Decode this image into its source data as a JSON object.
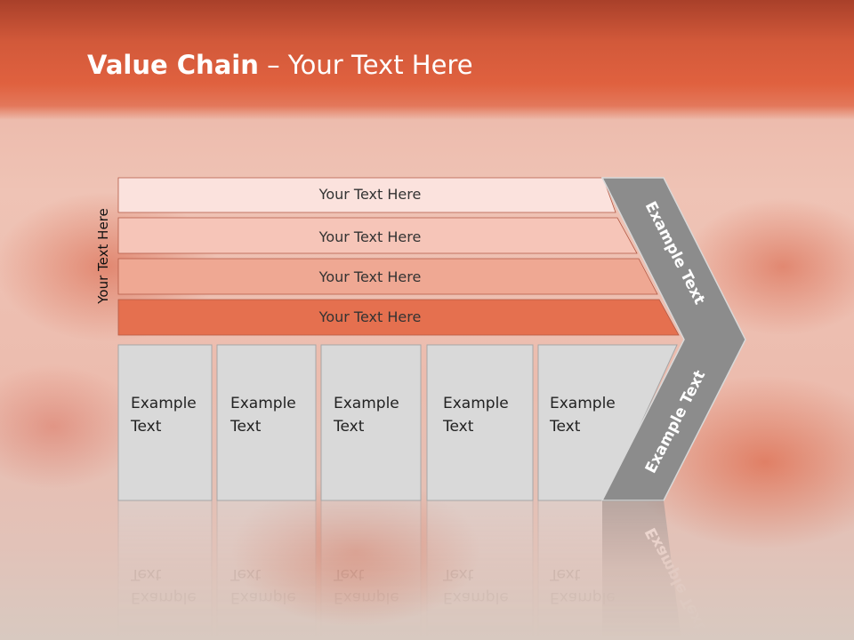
{
  "slide": {
    "title_bold": "Value Chain",
    "title_rest": " – Your Text Here",
    "side_label": "Your Text Here"
  },
  "bands": [
    {
      "label": "Your Text Here",
      "fill": "#fbe2dd"
    },
    {
      "label": "Your Text Here",
      "fill": "#f6c5b8"
    },
    {
      "label": "Your Text Here",
      "fill": "#efa893"
    },
    {
      "label": "Your Text Here",
      "fill": "#e5704f"
    }
  ],
  "boxes": [
    {
      "line1": "Example",
      "line2": "Text"
    },
    {
      "line1": "Example",
      "line2": "Text"
    },
    {
      "line1": "Example",
      "line2": "Text"
    },
    {
      "line1": "Example",
      "line2": "Text"
    },
    {
      "line1": "Example",
      "line2": "Text"
    }
  ],
  "arrow": {
    "top_label": "Example Text",
    "bottom_label": "Example Text",
    "fill": "#8c8c8c"
  },
  "colors": {
    "header": "#e0613f",
    "box_fill": "#d9d9d9",
    "box_stroke": "#a6a6a6"
  }
}
